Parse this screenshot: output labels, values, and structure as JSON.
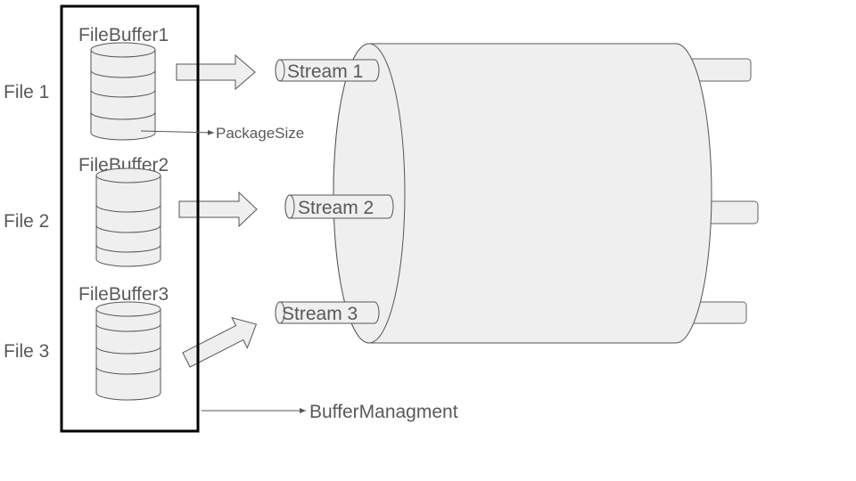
{
  "files": [
    {
      "label": "File 1"
    },
    {
      "label": "File 2"
    },
    {
      "label": "File 3"
    }
  ],
  "buffers": [
    {
      "label": "FileBuffer1"
    },
    {
      "label": "FileBuffer2"
    },
    {
      "label": "FileBuffer3"
    }
  ],
  "streams": [
    {
      "label": "Stream 1"
    },
    {
      "label": "Stream 2"
    },
    {
      "label": "Stream 3"
    }
  ],
  "annotations": {
    "package_size": "PackageSize",
    "buffer_management": "BufferManagment"
  },
  "colors": {
    "fill": "#efefef",
    "stroke": "#555555",
    "text": "#595959",
    "frame": "#000000"
  }
}
